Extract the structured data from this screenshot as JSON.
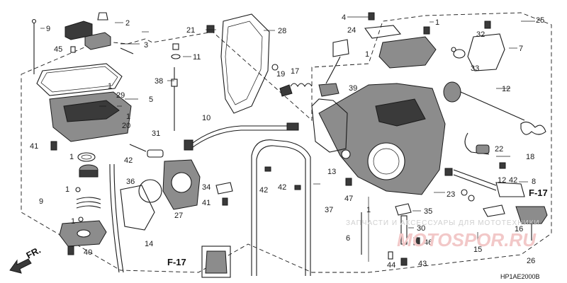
{
  "callouts": {
    "c1a": "1",
    "c1b": "1",
    "c1c": "1",
    "c1d": "1",
    "c1e": "1",
    "c1f": "1",
    "c2": "2",
    "c3": "3",
    "c4": "4",
    "c5": "5",
    "c6": "6",
    "c7": "7",
    "c8": "8",
    "c9a": "9",
    "c9b": "9",
    "c10": "10",
    "c11": "11",
    "c12a": "12",
    "c12b": "12",
    "c13": "13",
    "c14": "14",
    "c15": "15",
    "c16": "16",
    "c17": "17",
    "c18": "18",
    "c19": "19",
    "c20": "20",
    "c21": "21",
    "c22": "22",
    "c23": "23",
    "c24": "24",
    "c25": "25",
    "c26": "26",
    "c27": "27",
    "c28": "28",
    "c29": "29",
    "c30": "30",
    "c31": "31",
    "c32": "32",
    "c33": "33",
    "c34": "34",
    "c35": "35",
    "c36": "36",
    "c37": "37",
    "c38": "38",
    "c39": "39",
    "c40": "40",
    "c41a": "41",
    "c41b": "41",
    "c42a": "42",
    "c42b": "42",
    "c42c": "42",
    "c43": "43",
    "c44": "44",
    "c45": "45",
    "c46": "46",
    "c47": "47"
  },
  "refs": {
    "f17_left": "F-17",
    "f17_right": "F-17",
    "front": "FR."
  },
  "diagram_code": "HP1AE2000B",
  "watermark": {
    "line": "ЗАПЧАСТИ И АКСЕССУАРЫ ДЛЯ МОТОТЕХНИКИ",
    "brand": "MOTOSPOR.RU"
  },
  "colors": {
    "ink": "#1a1a1a",
    "shade": "#8c8c8c",
    "watermark_red": "#f2c8c8"
  }
}
